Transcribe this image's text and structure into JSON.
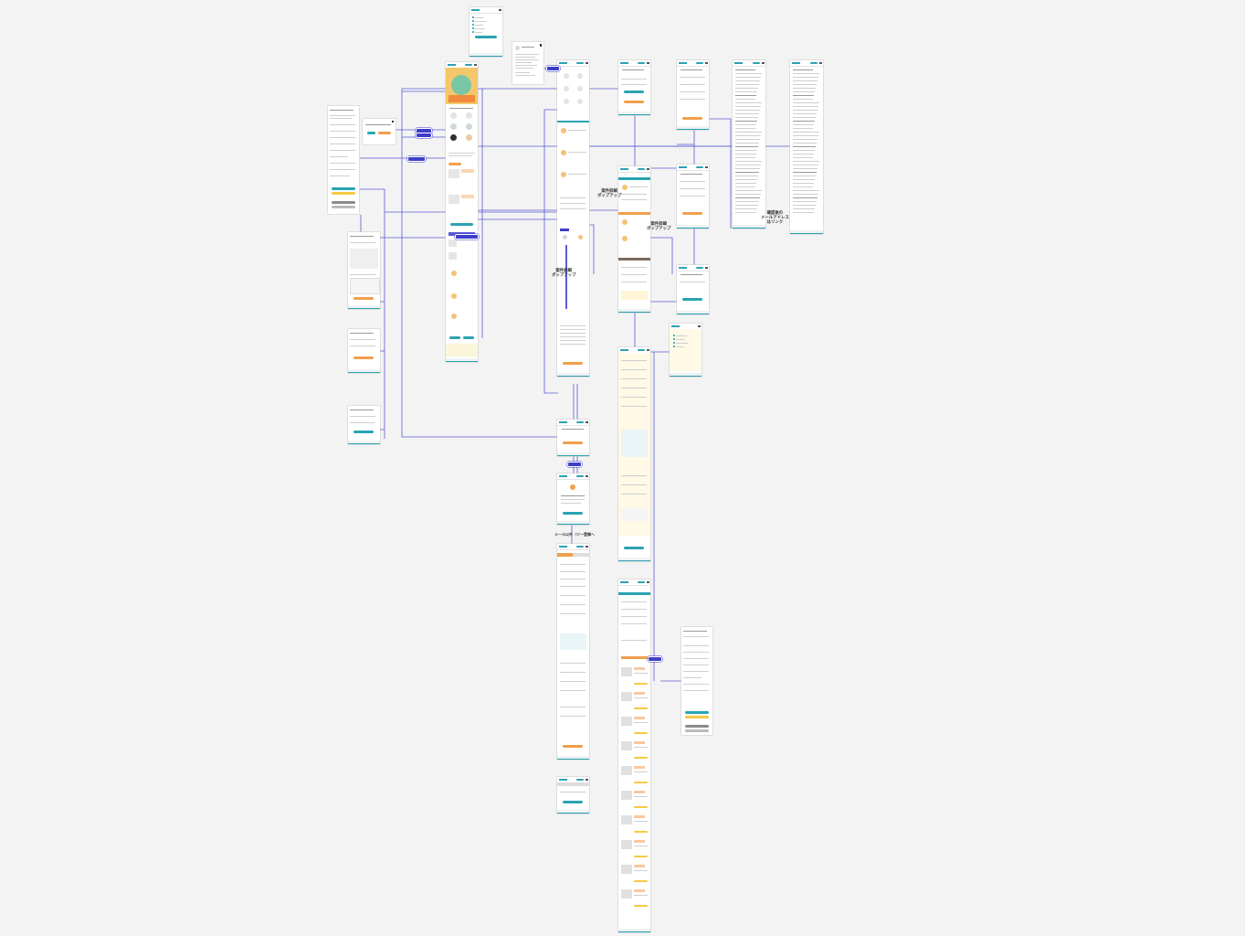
{
  "canvas": {
    "background": "#f3f3f3",
    "wire_color": "#5b5bd6",
    "accent_teal": "#2aa3b2",
    "accent_orange": "#f0a04b"
  },
  "annotations": {
    "popup_a": "案件詳細\nポップアップ",
    "popup_b": "案件詳細\nポップアップ",
    "popup_c": "案件詳細\nポップアップ",
    "mail_signup": "メール以外（ツー登録へ",
    "confirm_link": "確認後の\nメールアドレス\nはリンク"
  },
  "frames": [
    {
      "id": "menu"
    },
    {
      "id": "profile"
    },
    {
      "id": "top"
    },
    {
      "id": "form-left"
    },
    {
      "id": "dialog"
    },
    {
      "id": "col3-list"
    },
    {
      "id": "col4-detail"
    },
    {
      "id": "col5-a"
    },
    {
      "id": "col5-b"
    },
    {
      "id": "col5-c"
    },
    {
      "id": "col5-d"
    },
    {
      "id": "terms-a"
    },
    {
      "id": "terms-b"
    },
    {
      "id": "signup-mail"
    },
    {
      "id": "long-list"
    },
    {
      "id": "form-right"
    }
  ]
}
